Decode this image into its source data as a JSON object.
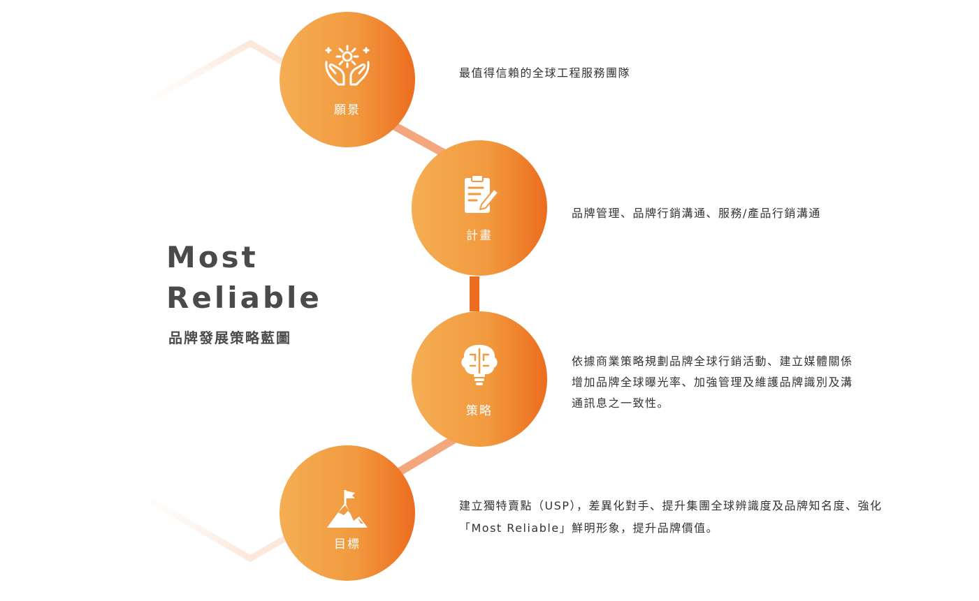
{
  "heading": {
    "title_line1": "Most",
    "title_line2": "Reliable",
    "subtitle": "品牌發展策略藍圖"
  },
  "nodes": [
    {
      "label": "願景",
      "icon": "hands-sparkle-icon",
      "description": "最值得信賴的全球工程服務團隊"
    },
    {
      "label": "計畫",
      "icon": "clipboard-pen-icon",
      "description": "品牌管理、品牌行銷溝通、服務/產品行銷溝通"
    },
    {
      "label": "策略",
      "icon": "brain-bulb-icon",
      "description_lines": [
        "依據商業策略規劃品牌全球行銷活動、建立媒體關係",
        "增加品牌全球曝光率、加強管理及維護品牌識別及溝",
        "通訊息之一致性。"
      ]
    },
    {
      "label": "目標",
      "icon": "mountain-flag-icon",
      "description": "建立獨特賣點（USP），差異化對手、提升集團全球辨識度及品牌知名度、強化「Most Reliable」鮮明形象，提升品牌價值。"
    }
  ],
  "colors": {
    "gradient_start": "#f5ae54",
    "gradient_end": "#ec6d1f",
    "connector": "#f4a77c",
    "connector_strong": "#ec6d1f",
    "heading_text": "#4a4a4a",
    "body_text": "#333333"
  }
}
